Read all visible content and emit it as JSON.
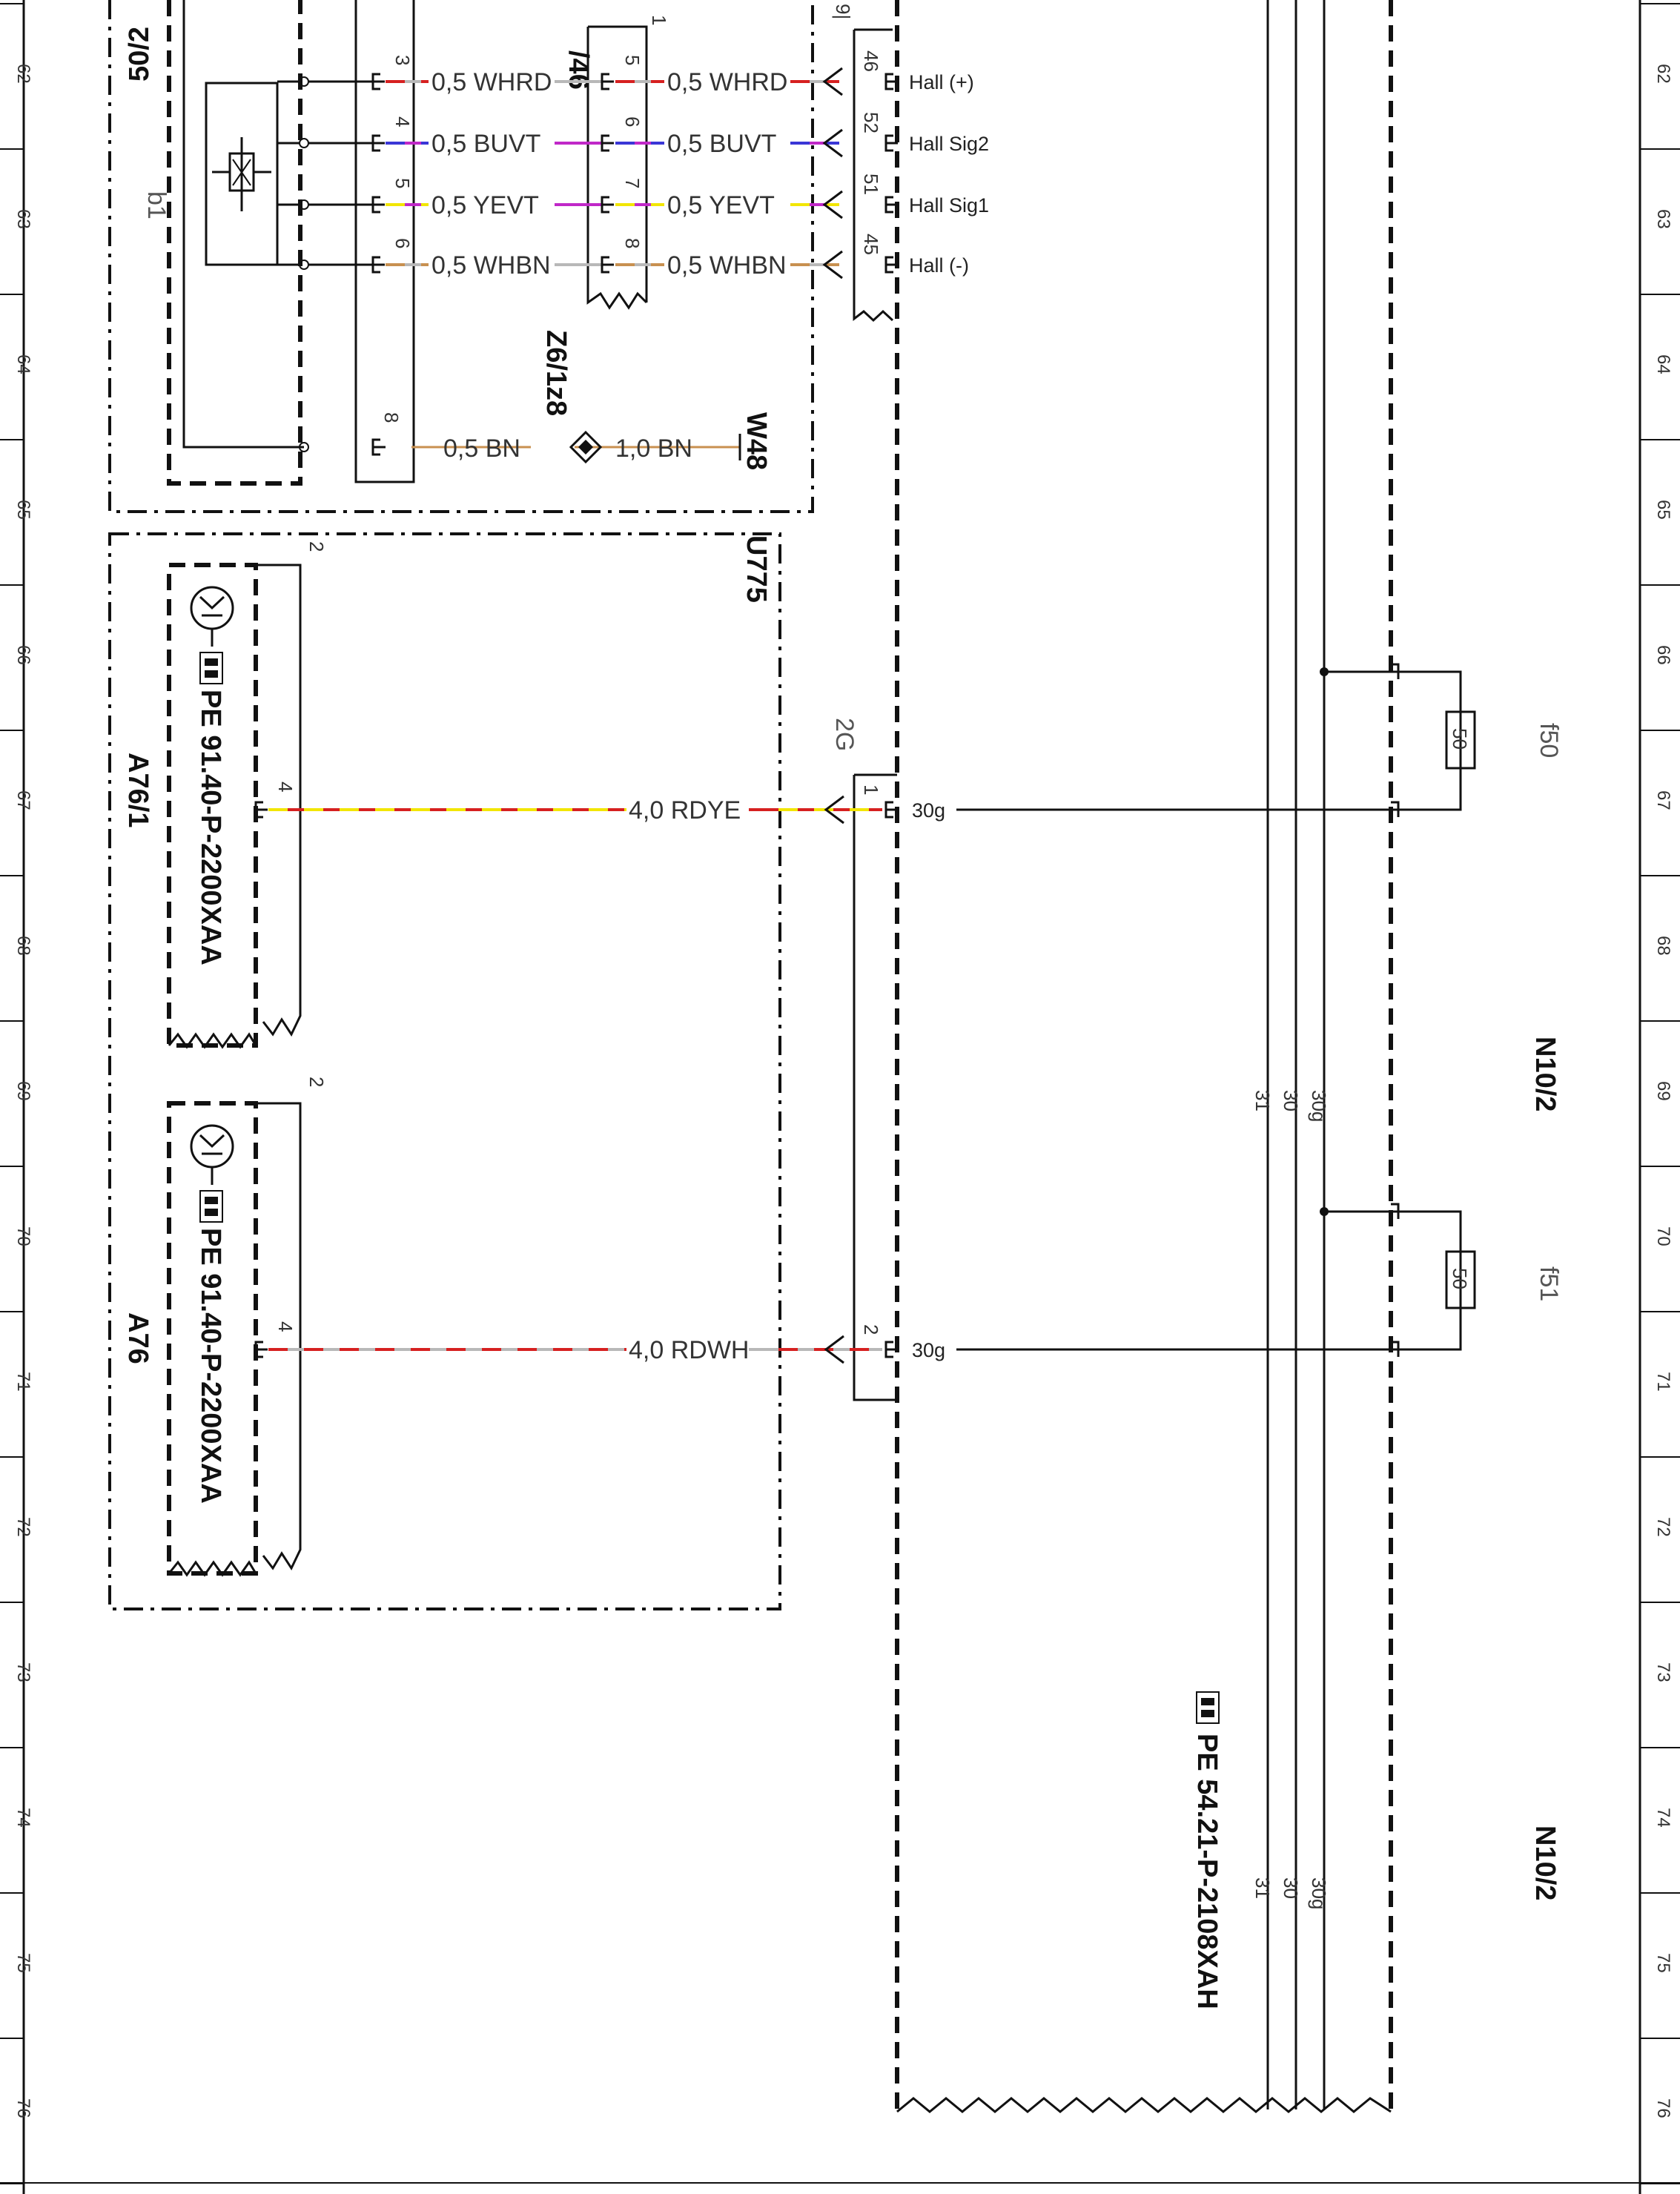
{
  "grid_numbers": [
    "62",
    "63",
    "64",
    "65",
    "66",
    "67",
    "68",
    "69",
    "70",
    "71",
    "72",
    "73",
    "74",
    "75",
    "76"
  ],
  "components": {
    "top_left_connector": "50/2",
    "sensor": "b1",
    "top_connector_partial": "/46",
    "connector_1_label": "1",
    "ground_point": "Z6/1z8",
    "ground_ref": "W48",
    "control_unit": "U775",
    "connector_2G": "2G",
    "connector_9_partial": "9|",
    "module_a76_1": "A76/1",
    "module_a76": "A76",
    "pe_ref_a76_1": "PE 91.40-P-2200XAA",
    "pe_ref_a76": "PE 91.40-P-2200XAA",
    "pe_ref_n10": "PE 54.21-P-2108XAH",
    "fuse_box_upper": "N10/2",
    "fuse_box_lower": "N10/2",
    "fuse_f50": "f50",
    "fuse_f51": "f51",
    "fuse_rating_f50": "50",
    "fuse_rating_f51": "50",
    "bus_labels": [
      "31",
      "30",
      "30g"
    ],
    "module_pin_top": "2",
    "module_pin_bottom": "4"
  },
  "hall_wires": [
    {
      "left_pin": "3",
      "left_label": "0,5 WHRD",
      "mid_pin": "5",
      "right_label": "0,5 WHRD",
      "right_pin": "46",
      "signal": "Hall (+)",
      "color_a": "#d62020",
      "color_b": "#b8b8b8"
    },
    {
      "left_pin": "4",
      "left_label": "0,5 BUVT",
      "mid_pin": "6",
      "right_label": "0,5 BUVT",
      "right_pin": "52",
      "signal": "Hall Sig2",
      "color_a": "#3a36d6",
      "color_b": "#c028c8"
    },
    {
      "left_pin": "5",
      "left_label": "0,5 YEVT",
      "mid_pin": "7",
      "right_label": "0,5 YEVT",
      "right_pin": "51",
      "signal": "Hall Sig1",
      "color_a": "#f2e600",
      "color_b": "#c028c8"
    },
    {
      "left_pin": "6",
      "left_label": "0,5 WHBN",
      "mid_pin": "8",
      "right_label": "0,5 WHBN",
      "right_pin": "45",
      "signal": "Hall (-)",
      "color_a": "#c89050",
      "color_b": "#b8b8b8"
    }
  ],
  "ground_wire": {
    "pin": "8",
    "left_label": "0,5 BN",
    "right_label": "1,0 BN",
    "color": "#c89050"
  },
  "power_wires": [
    {
      "module_pin": "4",
      "label": "4,0 RDYE",
      "connector_pin": "1",
      "terminal": "30g",
      "color_a": "#f2e600",
      "color_b": "#d62020"
    },
    {
      "module_pin": "4",
      "label": "4,0 RDWH",
      "connector_pin": "2",
      "terminal": "30g",
      "color_a": "#d62020",
      "color_b": "#b8b8b8"
    }
  ]
}
